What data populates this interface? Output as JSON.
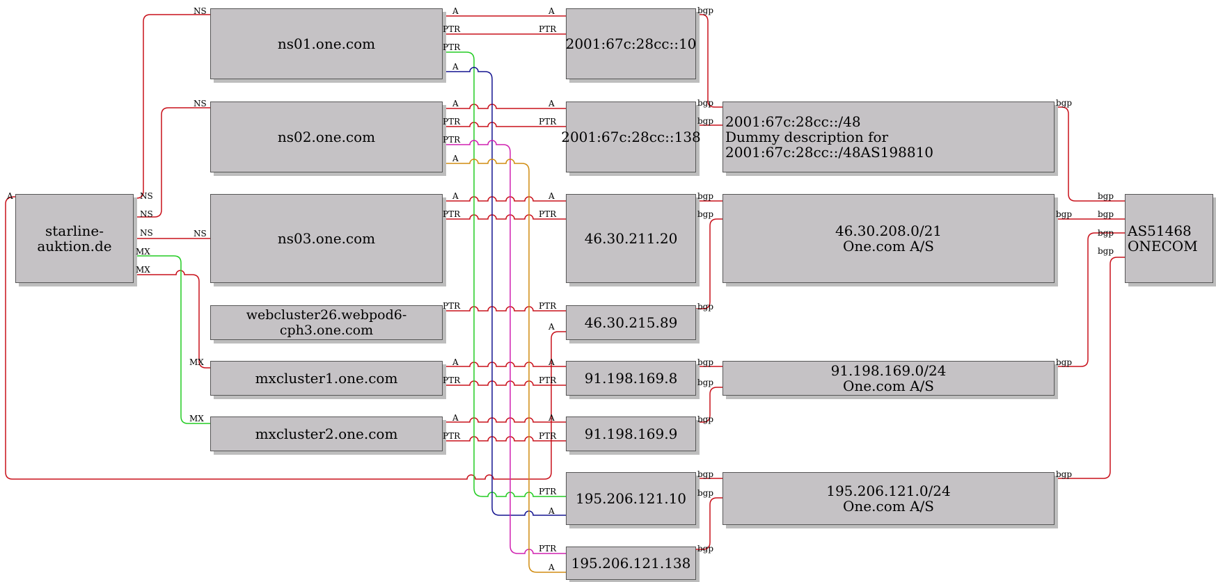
{
  "colors": {
    "red": "#c8101a",
    "green": "#22cc22",
    "blue": "#141490",
    "magenta": "#d020b0",
    "orange": "#d08c10",
    "node_fill": "#c5c2c5"
  },
  "nodes": {
    "domain": {
      "lines": [
        "starline-auktion.de"
      ]
    },
    "ns01": {
      "lines": [
        "ns01.one.com"
      ]
    },
    "ns02": {
      "lines": [
        "ns02.one.com"
      ]
    },
    "ns03": {
      "lines": [
        "ns03.one.com"
      ]
    },
    "webcluster": {
      "lines": [
        "webcluster26.webpod6-cph3.one.com"
      ]
    },
    "mx1": {
      "lines": [
        "mxcluster1.one.com"
      ]
    },
    "mx2": {
      "lines": [
        "mxcluster2.one.com"
      ]
    },
    "ip6_10": {
      "lines": [
        "2001:67c:28cc::10"
      ]
    },
    "ip6_138": {
      "lines": [
        "2001:67c:28cc::138"
      ]
    },
    "ip_46_20": {
      "lines": [
        "46.30.211.20"
      ]
    },
    "ip_46_89": {
      "lines": [
        "46.30.215.89"
      ]
    },
    "ip_91_8": {
      "lines": [
        "91.198.169.8"
      ]
    },
    "ip_91_9": {
      "lines": [
        "91.198.169.9"
      ]
    },
    "ip_195_10": {
      "lines": [
        "195.206.121.10"
      ]
    },
    "ip_195_138": {
      "lines": [
        "195.206.121.138"
      ]
    },
    "pfx6": {
      "lines": [
        "2001:67c:28cc::/48",
        "Dummy description for 2001:67c:28cc::/48AS198810"
      ]
    },
    "pfx46": {
      "lines": [
        "46.30.208.0/21",
        "One.com A/S"
      ]
    },
    "pfx91": {
      "lines": [
        "91.198.169.0/24",
        "One.com A/S"
      ]
    },
    "pfx195": {
      "lines": [
        "195.206.121.0/24",
        "One.com A/S"
      ]
    },
    "asn": {
      "lines": [
        "AS51468",
        "ONECOM"
      ]
    }
  },
  "edge_labels": {
    "ns": "NS",
    "mx": "MX",
    "a": "A",
    "ptr": "PTR",
    "bgp": "bgp"
  }
}
